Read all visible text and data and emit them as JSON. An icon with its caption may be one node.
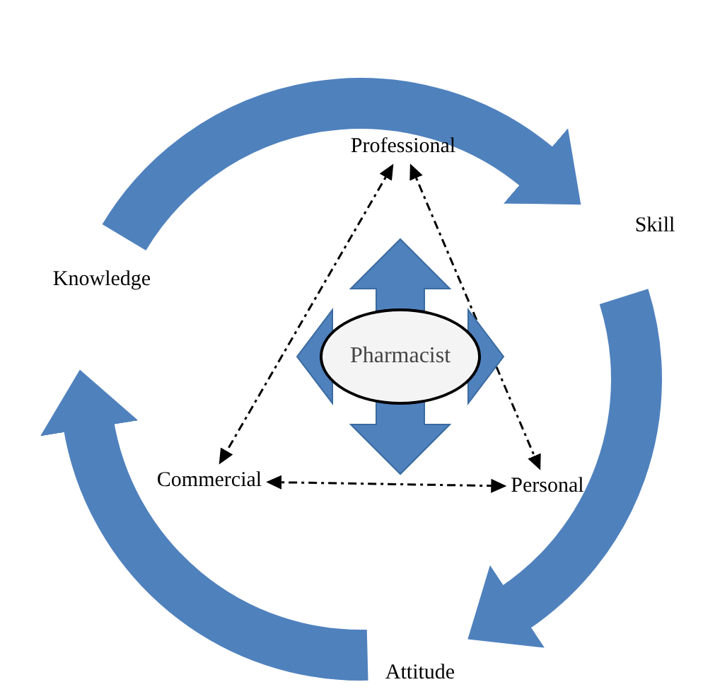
{
  "diagram": {
    "nodes": [
      {
        "text": [
          "Professional"
        ]
      },
      {
        "text": [
          "Skill"
        ]
      },
      {
        "text": [
          "Knowledge"
        ]
      },
      {
        "text": [
          "Pharmacist"
        ]
      },
      {
        "text": [
          "Commercial"
        ]
      },
      {
        "text": [
          "Personal"
        ]
      },
      {
        "text": [
          "Attitude"
        ]
      }
    ],
    "edges": [
      {
        "from": 2,
        "to": 1,
        "arrow": "to",
        "style": "thick",
        "color": "#4f81bd"
      },
      {
        "from": 1,
        "to": 6,
        "arrow": "to",
        "style": "thick",
        "color": "#4f81bd"
      },
      {
        "from": 6,
        "to": 2,
        "arrow": "to",
        "style": "thick",
        "color": "#4f81bd"
      },
      {
        "from": 0,
        "to": 4,
        "arrow": "both",
        "style": "dashed",
        "color": "#000000"
      },
      {
        "from": 0,
        "to": 5,
        "arrow": "both",
        "style": "dashed",
        "color": "#000000"
      },
      {
        "from": 4,
        "to": 5,
        "arrow": "both",
        "style": "dashed",
        "color": "#000000"
      }
    ]
  }
}
